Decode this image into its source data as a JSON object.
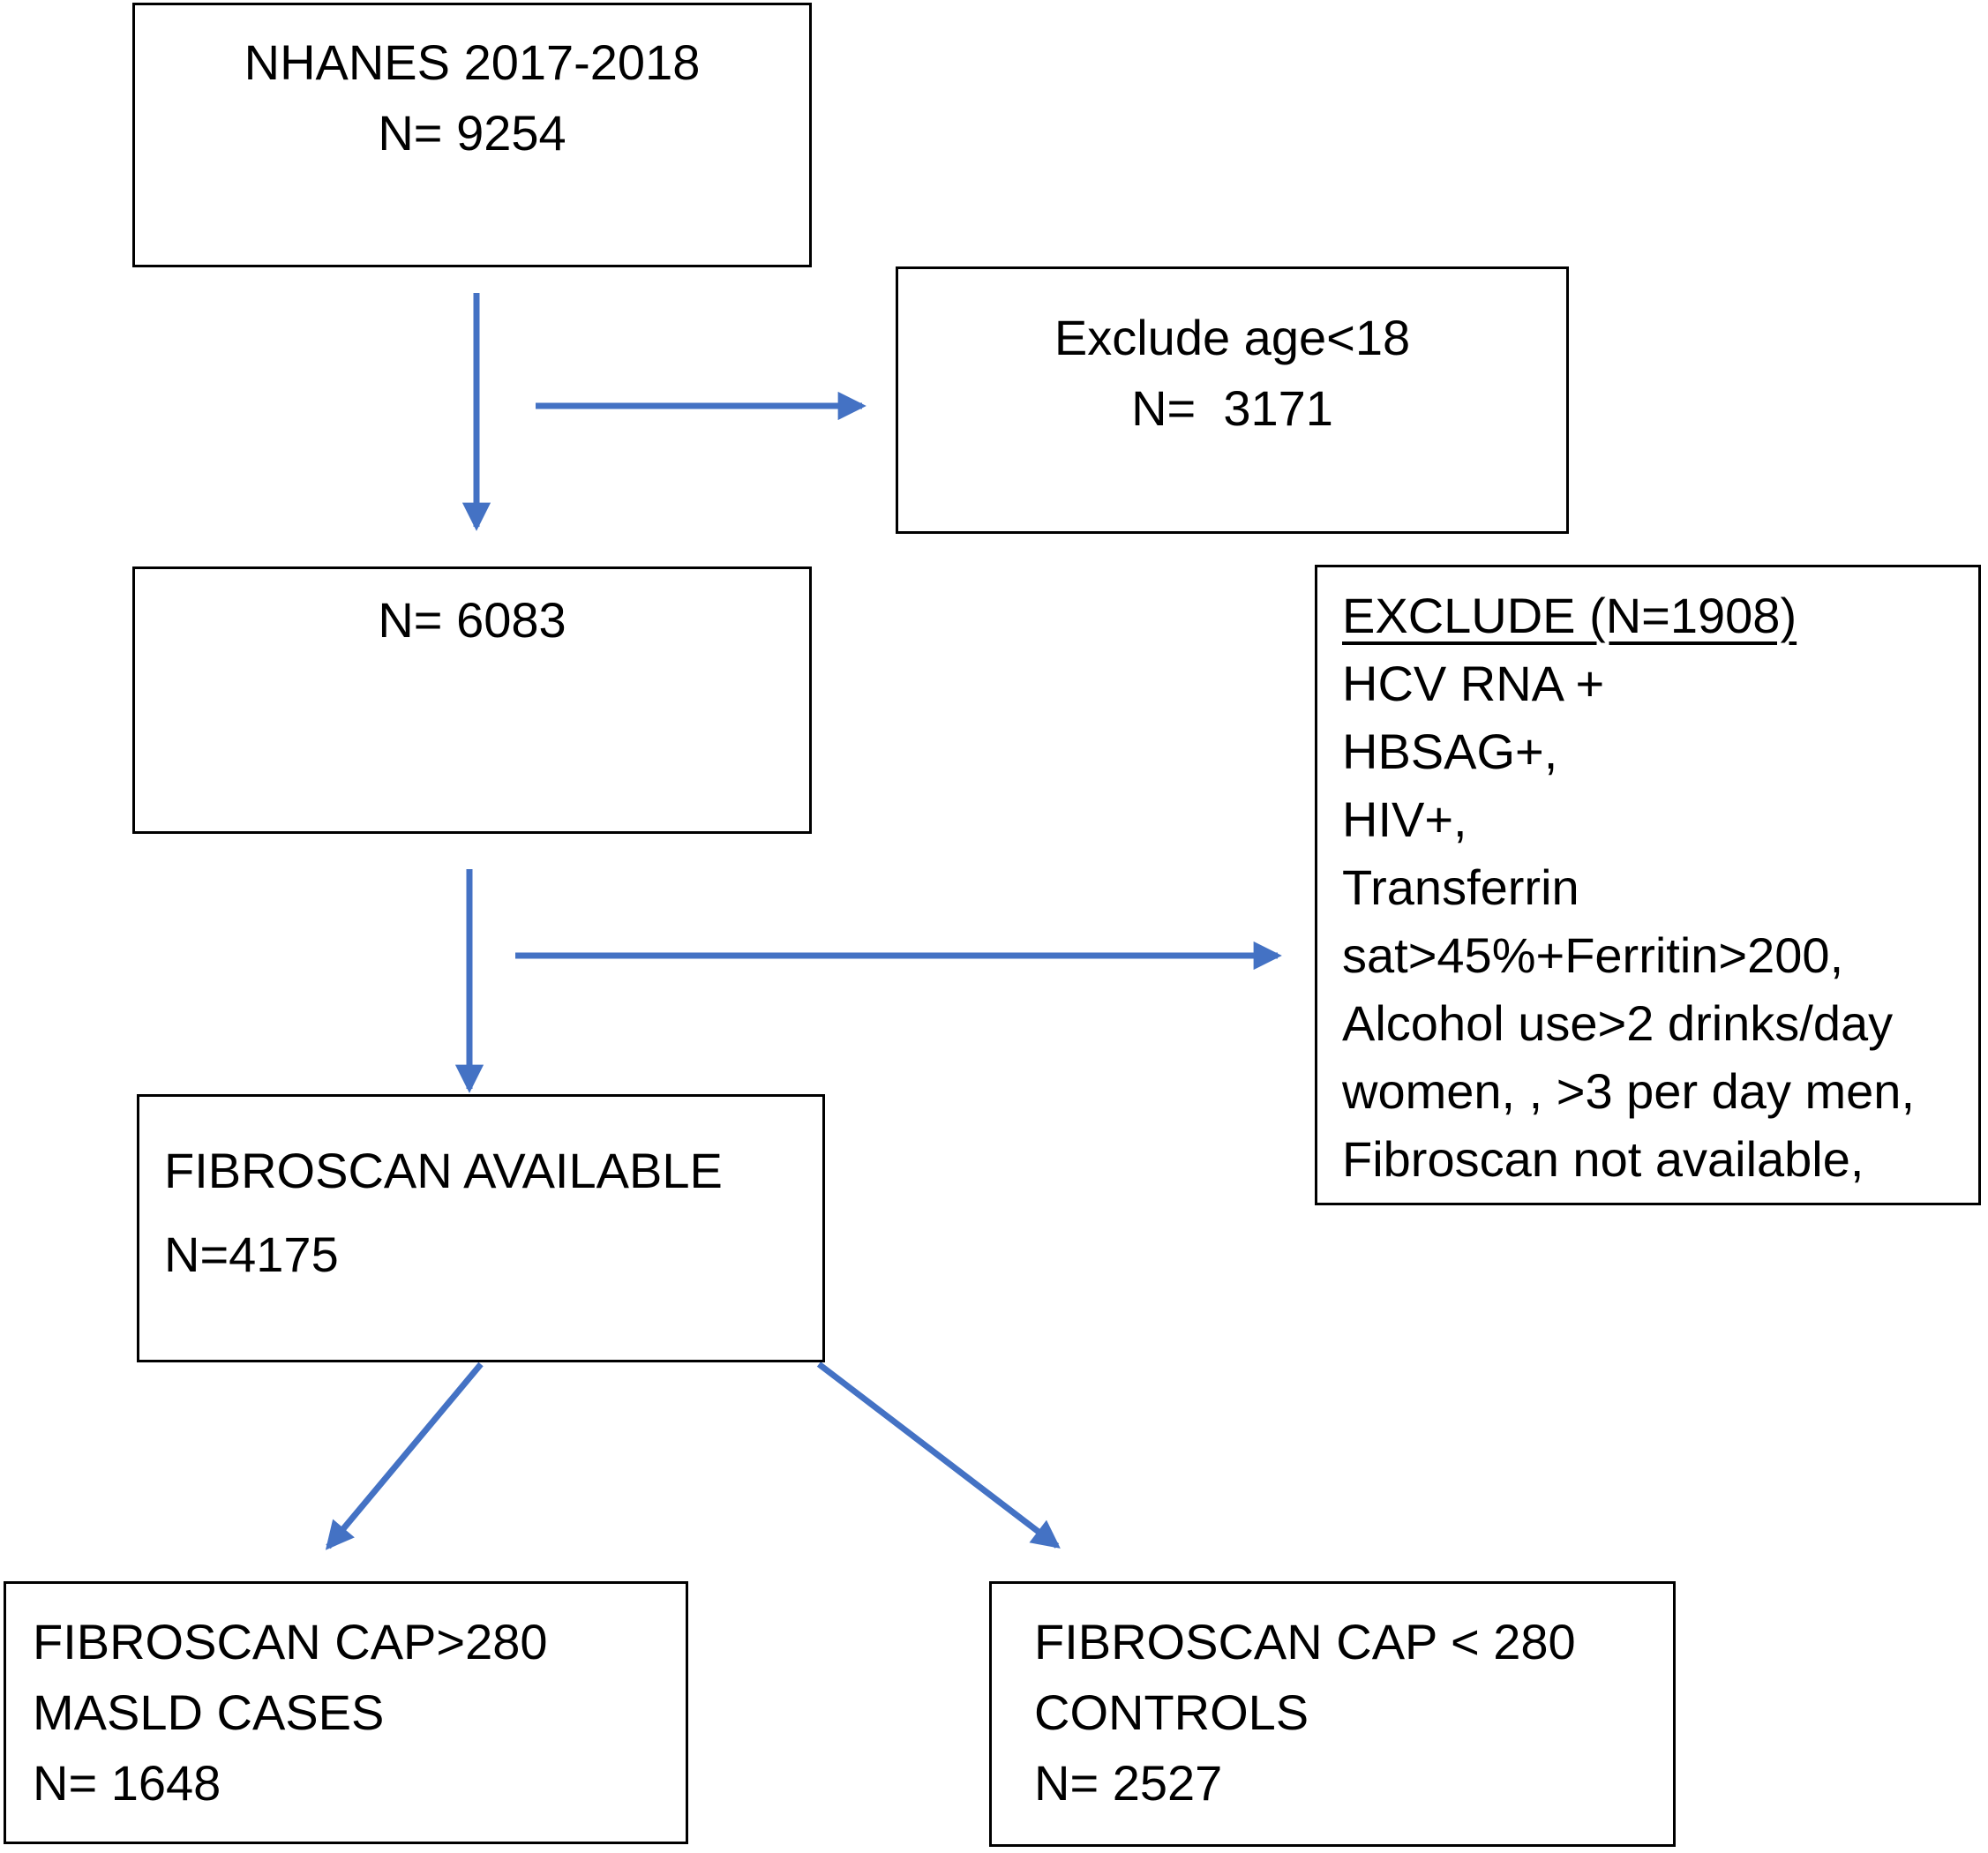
{
  "colors": {
    "arrow": "#4472C4",
    "border": "#000000",
    "bg": "#FFFFFF",
    "text": "#000000"
  },
  "boxes": {
    "nhanes": {
      "line1": "NHANES 2017-2018",
      "line2": "N= 9254"
    },
    "exclude_age": {
      "line1": "Exclude age<18",
      "line2": "N=  3171"
    },
    "n6083": {
      "line1": "N= 6083"
    },
    "exclude_detail": {
      "title": "EXCLUDE (N=1908)",
      "items": [
        "HCV RNA +",
        "HBSAG+,",
        "HIV+,",
        "Transferrin",
        "sat>45%+Ferritin>200,",
        "Alcohol use>2 drinks/day",
        "women, , >3 per day men,",
        "Fibroscan not available,"
      ]
    },
    "fibroscan": {
      "line1": "FIBROSCAN AVAILABLE",
      "line2": "N=4175"
    },
    "masld": {
      "line1": "FIBROSCAN CAP>280",
      "line2": "MASLD CASES",
      "line3": "N= 1648"
    },
    "controls": {
      "line1": "FIBROSCAN CAP < 280",
      "line2": "CONTROLS",
      "line3": "N= 2527"
    }
  }
}
